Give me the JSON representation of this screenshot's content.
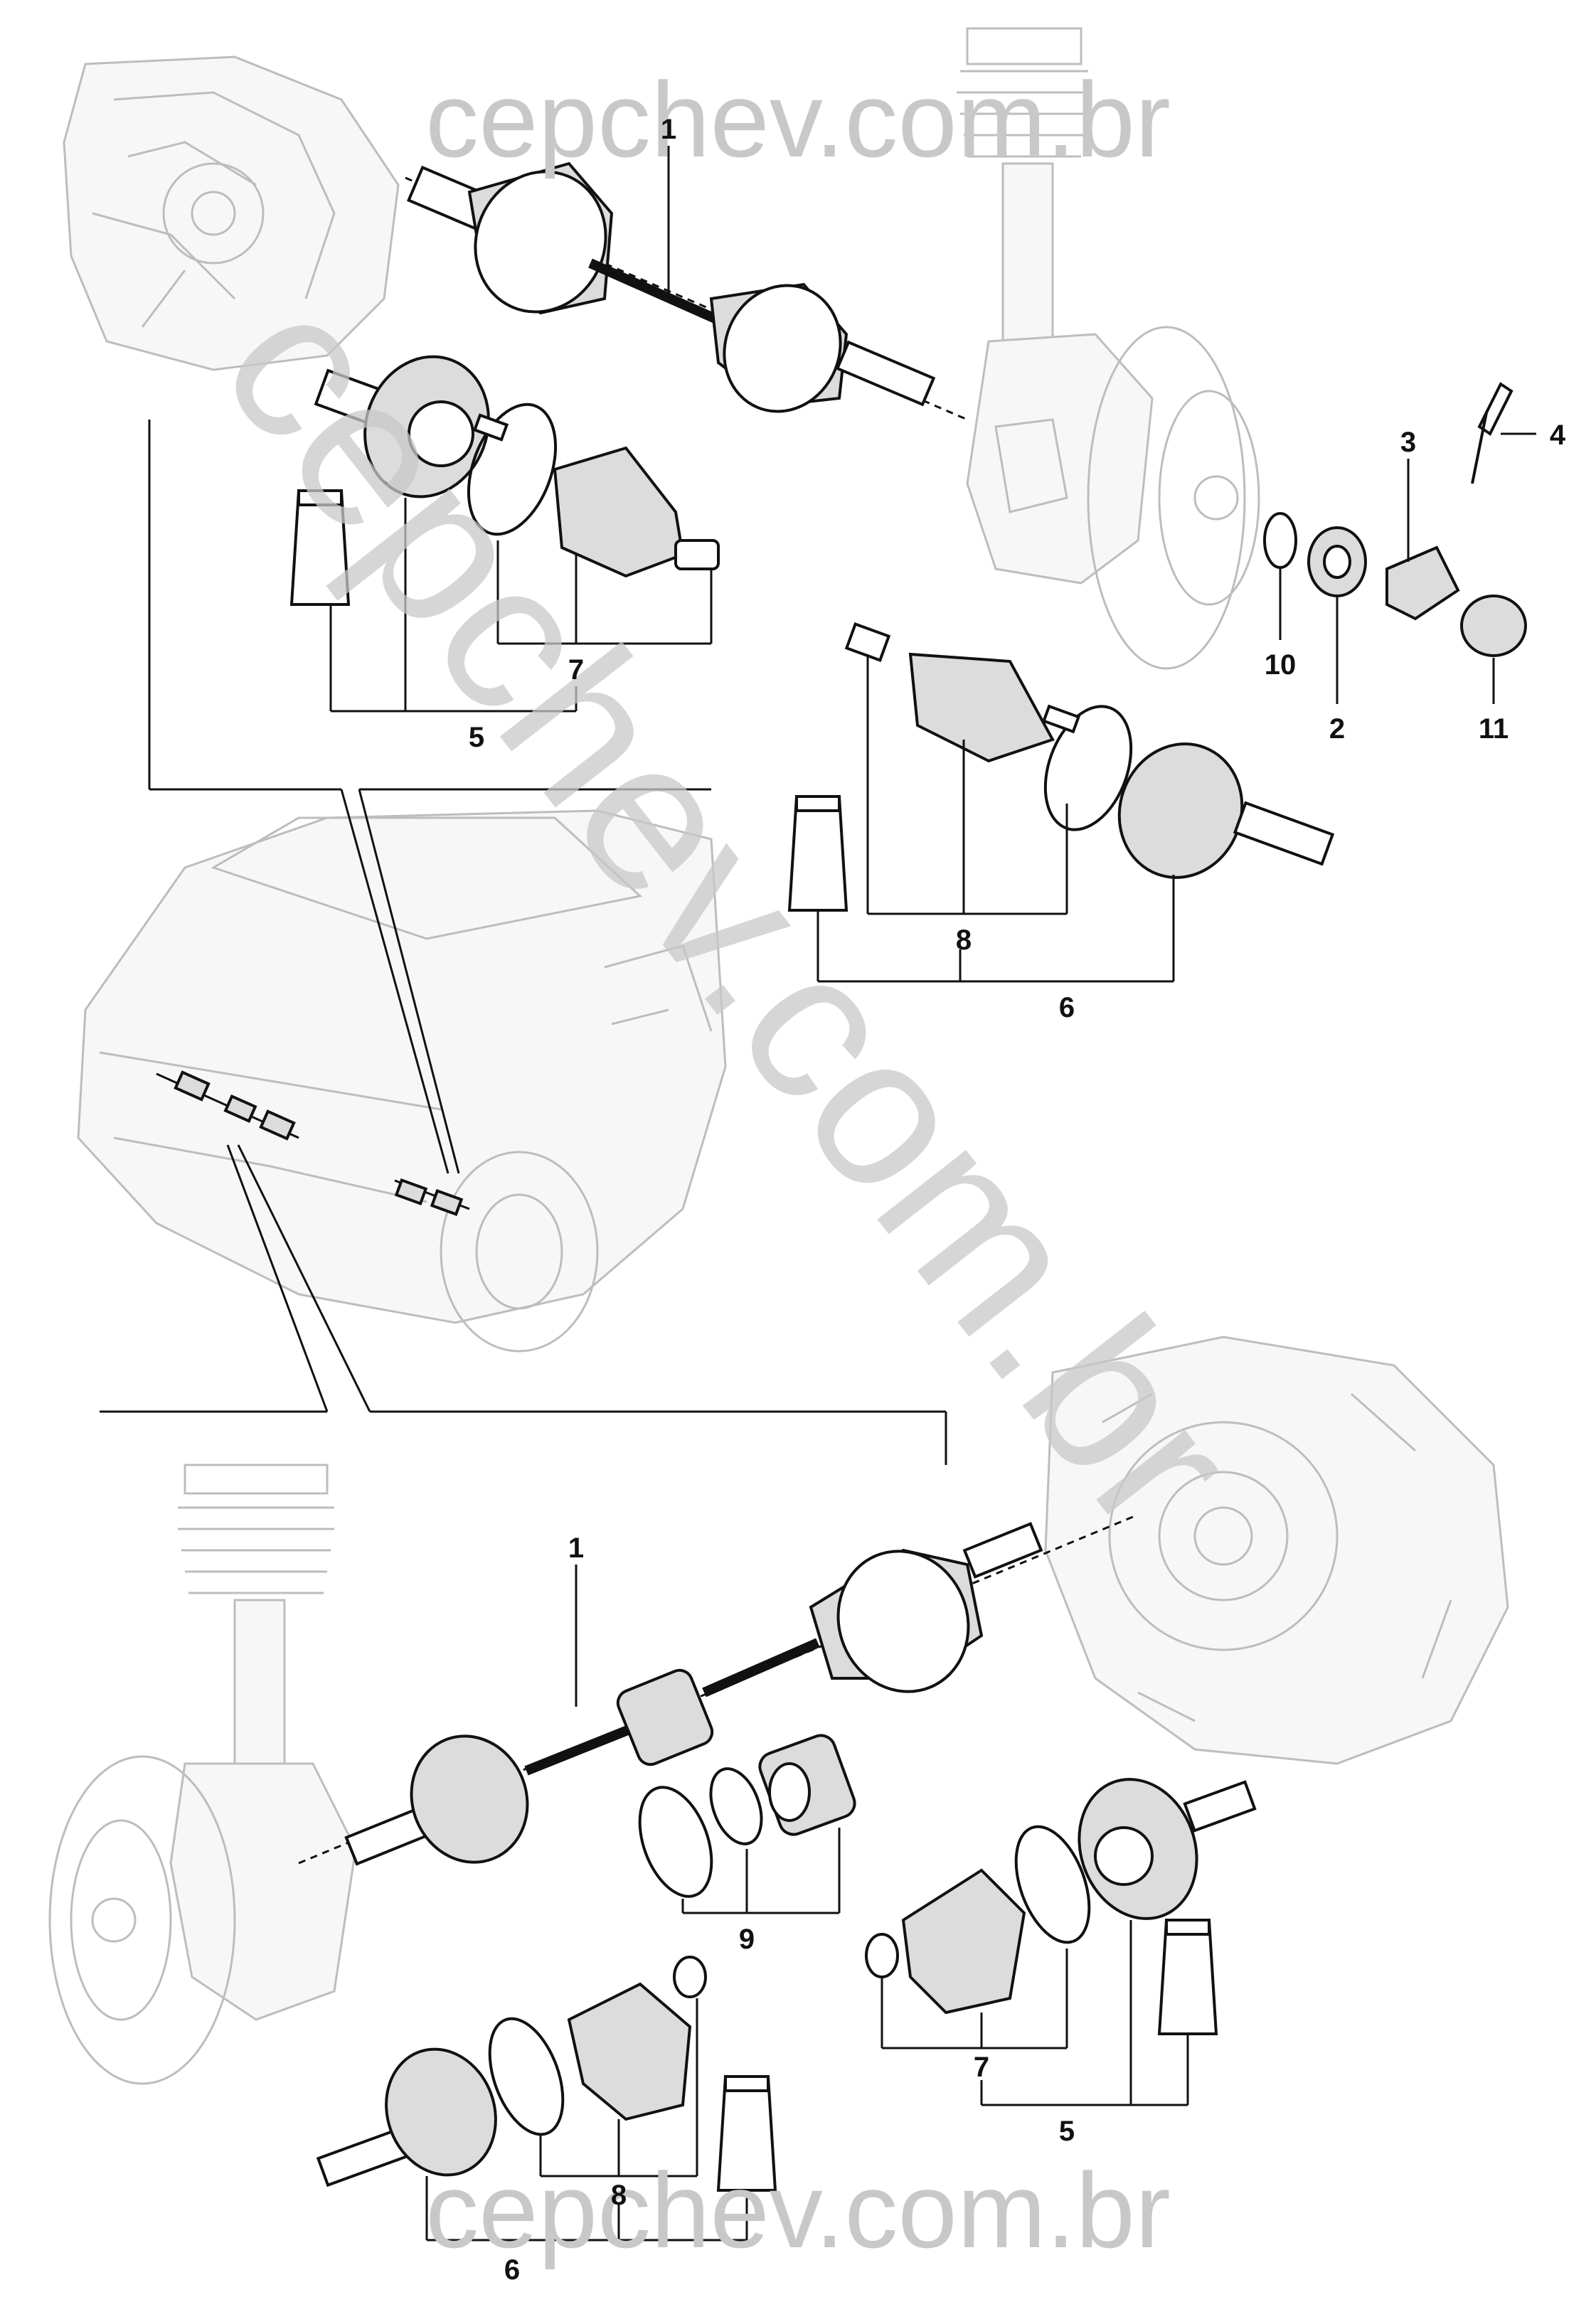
{
  "watermarks": {
    "top": "cepchev.com.br",
    "bottom": "cepchev.com.br",
    "diagonal": "cepchev.com.br"
  },
  "callouts": {
    "top_shaft": "1",
    "hub_spacer": "2",
    "castle_nut": "3",
    "cotter_pin": "4",
    "top_inner_joint_kit": "5",
    "top_outer_joint_kit": "6",
    "top_inner_boot_kit": "7",
    "top_outer_boot_kit": "8",
    "snap_ring": "10",
    "dust_cap": "11",
    "bottom_shaft": "1",
    "bearing_kit": "9",
    "bottom_inner_joint_kit": "5",
    "bottom_inner_boot_kit": "7",
    "bottom_outer_joint_kit": "6",
    "bottom_outer_boot_kit": "8"
  }
}
